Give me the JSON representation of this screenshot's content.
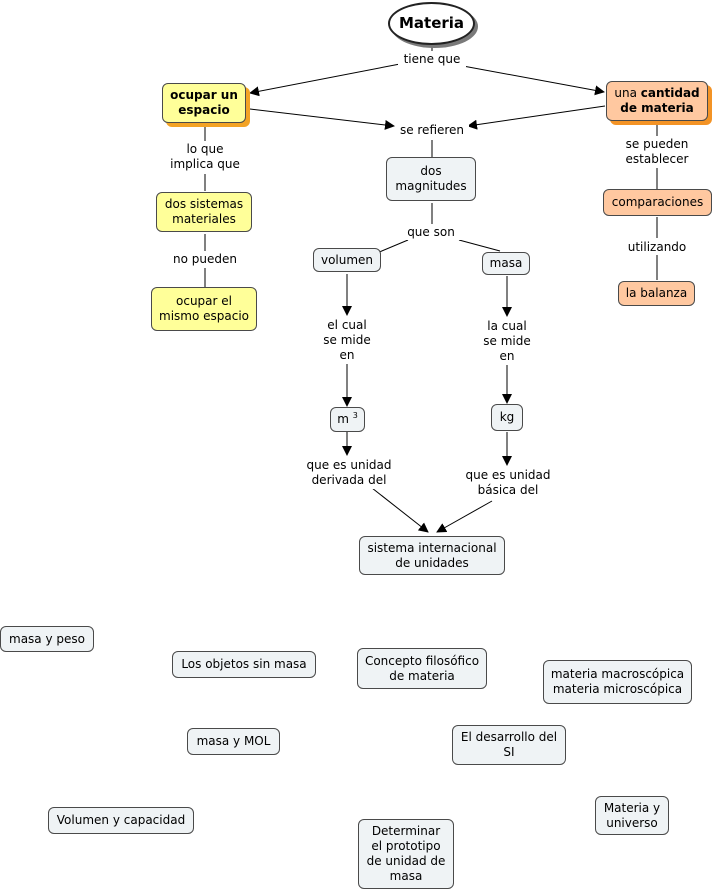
{
  "concepts": {
    "materia": "Materia",
    "ocupar_espacio": "ocupar un\nespacio",
    "cantidad_pre": "una ",
    "cantidad_bold": "cantidad\nde materia",
    "dos_magnitudes": "dos\nmagnitudes",
    "dos_sistemas": "dos sistemas\nmateriales",
    "ocupar_mismo": "ocupar el\nmismo espacio",
    "volumen": "volumen",
    "masa": "masa",
    "m3_base": "m",
    "m3_exp": "3",
    "kg": "kg",
    "si": "sistema internacional\nde unidades",
    "comparaciones": "comparaciones",
    "balanza": "la balanza"
  },
  "links": {
    "tiene_que": "tiene que",
    "se_refieren": "se refieren",
    "lo_que_implica": "lo que\nimplica que",
    "no_pueden": "no pueden",
    "que_son": "que son",
    "el_cual": "el cual\nse mide\nen",
    "la_cual": "la cual\nse mide\nen",
    "derivada": "que es unidad\nderivada del",
    "basica": "que es unidad\nbásica del",
    "se_pueden": "se pueden\nestablecer",
    "utilizando": "utilizando"
  },
  "resources": {
    "masa_peso": "masa y peso",
    "objetos_sin_masa": "Los objetos sin masa",
    "concepto_filosofico": "Concepto filosófico\nde materia",
    "macro_micro": "materia macroscópica\nmateria microscópica",
    "masa_mol": "masa y MOL",
    "desarrollo_si": "El desarrollo del\nSI",
    "volumen_capacidad": "Volumen y capacidad",
    "materia_universo": "Materia y\nuniverso",
    "prototipo": "Determinar\nel prototipo\nde unidad de\nmasa"
  },
  "colors": {
    "line": "#000000",
    "node_fill": "#eff3f5",
    "yellow": "#ffff99",
    "orange": "#ffc8a0",
    "shadow": "#f3a325"
  }
}
